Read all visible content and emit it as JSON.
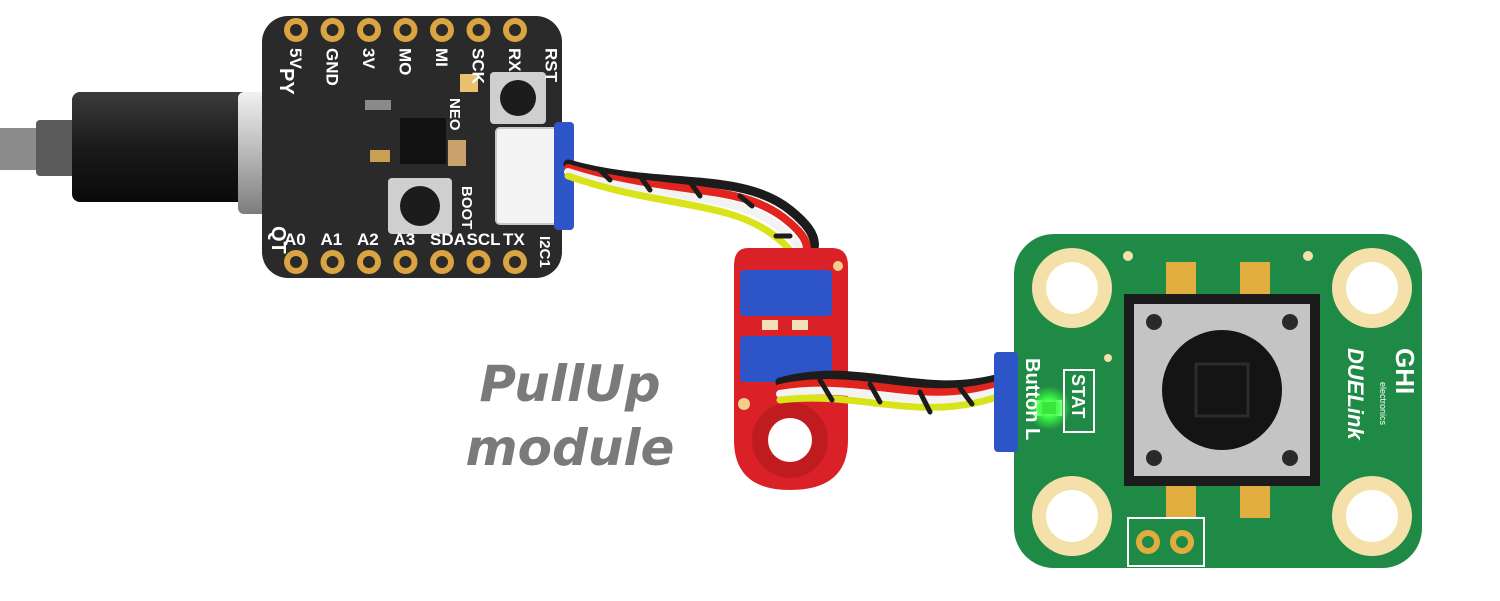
{
  "caption": {
    "line1": "PullUp",
    "line2": "module"
  },
  "controller_board": {
    "top_pins": [
      "5V",
      "GND",
      "3V",
      "MO",
      "MI",
      "SCK",
      "RX",
      "RST"
    ],
    "bottom_pins": [
      "A0",
      "A1",
      "A2",
      "A3",
      "SDA",
      "SCL",
      "TX"
    ],
    "side_label_top": "PY",
    "side_label_bottom": "QT",
    "neo_label": "NEO",
    "boot_label": "BOOT",
    "i2c_label": "I2C1"
  },
  "button_module": {
    "brand": "GHI",
    "brand_sub": "electronics",
    "product": "DUELink",
    "name": "Button L",
    "stat_label": "STAT",
    "led_color": "#37e83a"
  },
  "colors": {
    "controller_pcb": "#2a2a2a",
    "pullup_pcb": "#d92127",
    "button_pcb": "#1f8a45",
    "connector": "#2e55c8",
    "gold": "#d9a441"
  }
}
